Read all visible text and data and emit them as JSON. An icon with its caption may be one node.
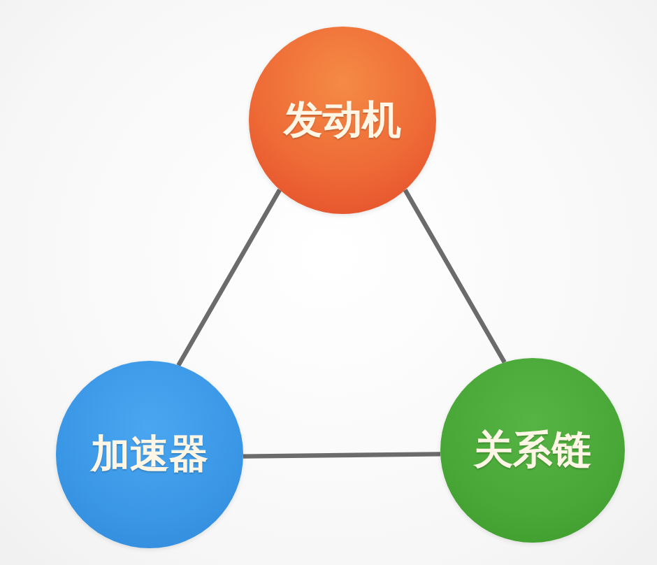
{
  "diagram": {
    "nodes": [
      {
        "text": [
          "发动机"
        ]
      },
      {
        "text": [
          "加速器"
        ]
      },
      {
        "text": [
          "关系链"
        ]
      }
    ],
    "edges": [
      {
        "from": 0,
        "to": 1,
        "arrow": "none"
      },
      {
        "from": 0,
        "to": 2,
        "arrow": "none"
      },
      {
        "from": 1,
        "to": 2,
        "arrow": "none"
      }
    ]
  }
}
